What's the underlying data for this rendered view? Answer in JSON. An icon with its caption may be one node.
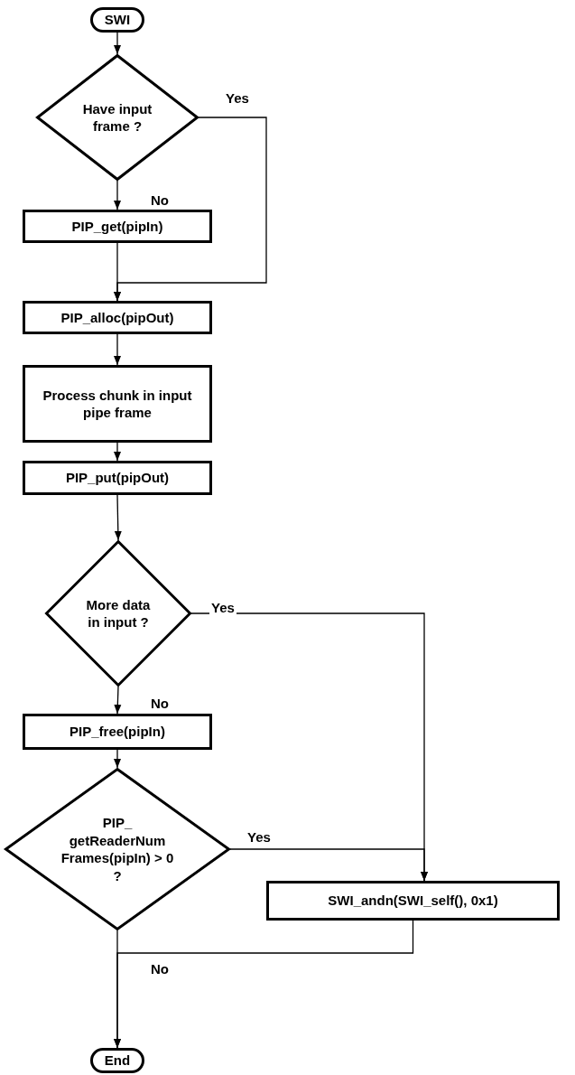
{
  "diagram": {
    "nodes": [
      {
        "text": [
          "SWI"
        ]
      },
      {
        "text": [
          "Have input frame ?"
        ]
      },
      {
        "text": [
          "PIP_get(pipIn)"
        ]
      },
      {
        "text": [
          "PIP_alloc(pipOut)"
        ]
      },
      {
        "text": [
          "Process chunk in input pipe frame"
        ]
      },
      {
        "text": [
          "PIP_put(pipOut)"
        ]
      },
      {
        "text": [
          "More data in input ?"
        ]
      },
      {
        "text": [
          "PIP_free(pipIn)"
        ]
      },
      {
        "text": [
          "PIP_ getReaderNum Frames(pipIn) > 0 ?"
        ]
      },
      {
        "text": [
          "SWI_andn(SWI_self(), 0x1)"
        ]
      },
      {
        "text": [
          "End"
        ]
      }
    ],
    "edges": [
      {
        "from": 0,
        "to": 1,
        "arrow": "to"
      },
      {
        "from": 1,
        "to": 2,
        "arrow": "to",
        "label": "No"
      },
      {
        "from": 1,
        "to": 3,
        "arrow": "to",
        "label": "Yes"
      },
      {
        "from": 2,
        "to": 3,
        "arrow": "to"
      },
      {
        "from": 3,
        "to": 4,
        "arrow": "to"
      },
      {
        "from": 4,
        "to": 5,
        "arrow": "to"
      },
      {
        "from": 5,
        "to": 6,
        "arrow": "to"
      },
      {
        "from": 6,
        "to": 7,
        "arrow": "to",
        "label": "No"
      },
      {
        "from": 6,
        "to": 9,
        "arrow": "to",
        "label": "Yes"
      },
      {
        "from": 7,
        "to": 8,
        "arrow": "to"
      },
      {
        "from": 8,
        "to": 9,
        "arrow": "to",
        "label": "Yes"
      },
      {
        "from": 8,
        "to": 10,
        "arrow": "to",
        "label": "No"
      },
      {
        "from": 9,
        "to": 10,
        "arrow": "to"
      }
    ]
  }
}
